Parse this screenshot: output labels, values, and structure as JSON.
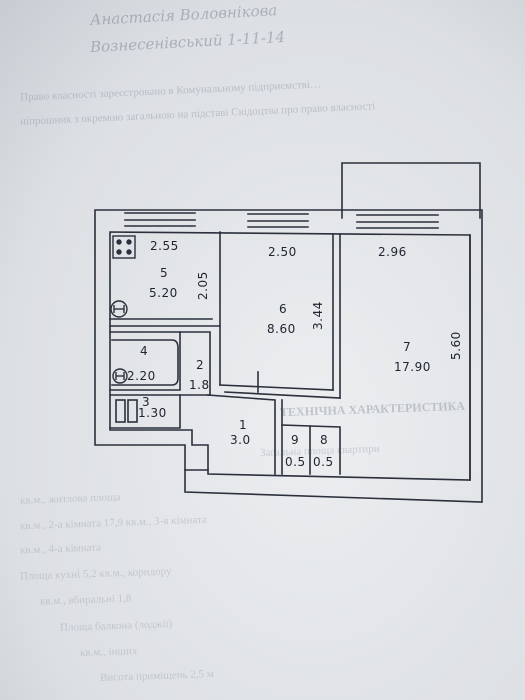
{
  "background_text": {
    "handwriting_top": "Анастасія Воловнікова",
    "handwriting_second": "Вознесенівський 1-11-14",
    "printed_line_1": "Право власності зареєстровано в Комунальному підприємстві…",
    "printed_line_2": "ніпрошник з окремою загальною на підставі Свідоцтва про право власності",
    "table_heading": "ТЕХНІЧНА ХАРАКТЕРИСТИКА",
    "form_lines": [
      "Загальна площа квартири",
      "кв.м., житлова площа",
      "кв.м., 2-а кімната 17,9 кв.м., 3-я кімната",
      "кв.м., 4-а кімната",
      "Площа кухні 5,2 кв.м., коридору",
      "кв.м., вбиральні 1,8",
      "Площа балкона (лоджії)",
      "кв.м., інших",
      "Висота приміщень 2,5 м"
    ]
  },
  "rooms": [
    {
      "id": "5",
      "area": "5.20",
      "role": "kitchen"
    },
    {
      "id": "6",
      "area": "8.60",
      "role": "room"
    },
    {
      "id": "7",
      "area": "17.90",
      "role": "room"
    },
    {
      "id": "4",
      "area": "2.20",
      "role": "bathroom"
    },
    {
      "id": "2",
      "area": "1.8",
      "role": "corridor"
    },
    {
      "id": "3",
      "area": "1.30",
      "role": "toilet"
    },
    {
      "id": "1",
      "area": "3.0",
      "role": "hall"
    },
    {
      "id": "9",
      "area": "0.5",
      "role": "closet"
    },
    {
      "id": "8",
      "area": "0.5",
      "role": "closet"
    }
  ],
  "dimensions": {
    "kitchen_width": "2.55",
    "kitchen_depth": "2.05",
    "room6_width": "2.50",
    "room6_depth": "3.44",
    "room7_width": "2.96",
    "room7_depth": "5.60"
  },
  "colors": {
    "ink": "#1e2430",
    "paper": "#e6e8ea"
  }
}
